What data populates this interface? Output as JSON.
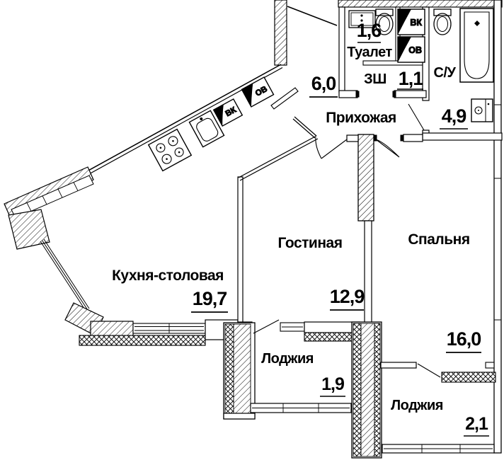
{
  "plan": {
    "rooms": [
      {
        "id": "kitchen",
        "name": "Кухня-столовая",
        "area": "19,7"
      },
      {
        "id": "living",
        "name": "Гостиная",
        "area": "12,9"
      },
      {
        "id": "bedroom",
        "name": "Спальня",
        "area": "16,0"
      },
      {
        "id": "hall",
        "name": "Прихожая",
        "area": "6,0"
      },
      {
        "id": "toilet",
        "name": "Туалет",
        "area": "1,6"
      },
      {
        "id": "closet",
        "name": "ЗШ",
        "area": "1,1"
      },
      {
        "id": "bathroom",
        "name": "С/У",
        "area": "4,9"
      },
      {
        "id": "loggia1",
        "name": "Лоджия",
        "area": "1,9"
      },
      {
        "id": "loggia2",
        "name": "Лоджия",
        "area": "2,1"
      }
    ],
    "shaft_labels": {
      "vk": "ВК",
      "ov": "ОВ"
    },
    "fixtures": [
      "stove-icon",
      "kitchen-sink-icon",
      "washbasin-icon",
      "toilet-icon",
      "bathtub-icon",
      "washing-machine-icon",
      "vent-shaft-box"
    ],
    "colors": {
      "ink": "#000000",
      "paper": "#ffffff"
    }
  }
}
